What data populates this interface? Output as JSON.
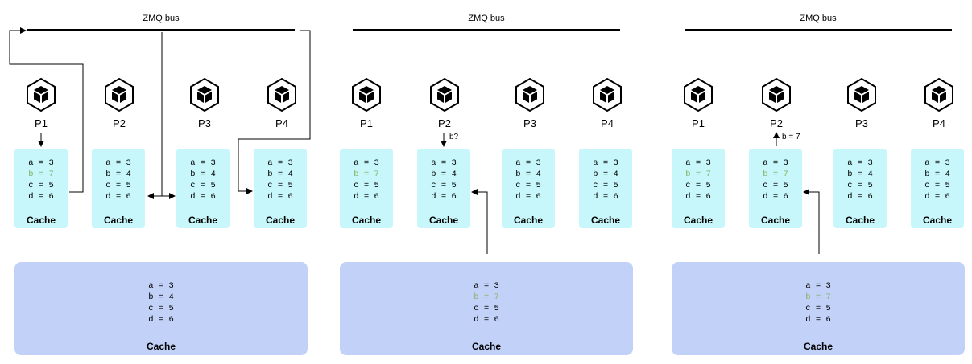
{
  "colors": {
    "cache_bg": "#c7f7fa",
    "store_bg": "#c2d1f7",
    "highlight": "#82b366"
  },
  "icons": {
    "process": "cube-icon"
  },
  "panels": [
    {
      "bus_label": "ZMQ bus",
      "processes": [
        "P1",
        "P2",
        "P3",
        "P4"
      ],
      "caches": [
        {
          "lines": [
            "a = 3",
            "b = 7",
            "c = 5",
            "d = 6"
          ],
          "title": "Cache"
        },
        {
          "lines": [
            "a = 3",
            "b = 4",
            "c = 5",
            "d = 6"
          ],
          "title": "Cache"
        },
        {
          "lines": [
            "a = 3",
            "b = 4",
            "c = 5",
            "d = 6"
          ],
          "title": "Cache"
        },
        {
          "lines": [
            "a = 3",
            "b = 4",
            "c = 5",
            "d = 6"
          ],
          "title": "Cache"
        }
      ],
      "store": {
        "lines": [
          "a = 3",
          "b = 4",
          "c = 5",
          "d = 6"
        ],
        "title": "Cache"
      },
      "annotation": ""
    },
    {
      "bus_label": "ZMQ bus",
      "processes": [
        "P1",
        "P2",
        "P3",
        "P4"
      ],
      "caches": [
        {
          "lines": [
            "a = 3",
            "b = 7",
            "c = 5",
            "d = 6"
          ],
          "title": "Cache"
        },
        {
          "lines": [
            "a = 3",
            "b = 4",
            "c = 5",
            "d = 6"
          ],
          "title": "Cache"
        },
        {
          "lines": [
            "a = 3",
            "b = 4",
            "c = 5",
            "d = 6"
          ],
          "title": "Cache"
        },
        {
          "lines": [
            "a = 3",
            "b = 4",
            "c = 5",
            "d = 6"
          ],
          "title": "Cache"
        }
      ],
      "store": {
        "lines": [
          "a = 3",
          "b = 7",
          "c = 5",
          "d = 6"
        ],
        "title": "Cache"
      },
      "annotation": "b?"
    },
    {
      "bus_label": "ZMQ bus",
      "processes": [
        "P1",
        "P2",
        "P3",
        "P4"
      ],
      "caches": [
        {
          "lines": [
            "a = 3",
            "b = 7",
            "c = 5",
            "d = 6"
          ],
          "title": "Cache"
        },
        {
          "lines": [
            "a = 3",
            "b = 7",
            "c = 5",
            "d = 6"
          ],
          "title": "Cache"
        },
        {
          "lines": [
            "a = 3",
            "b = 4",
            "c = 5",
            "d = 6"
          ],
          "title": "Cache"
        },
        {
          "lines": [
            "a = 3",
            "b = 4",
            "c = 5",
            "d = 6"
          ],
          "title": "Cache"
        }
      ],
      "store": {
        "lines": [
          "a = 3",
          "b = 7",
          "c = 5",
          "d = 6"
        ],
        "title": "Cache"
      },
      "annotation": "b = 7"
    }
  ]
}
